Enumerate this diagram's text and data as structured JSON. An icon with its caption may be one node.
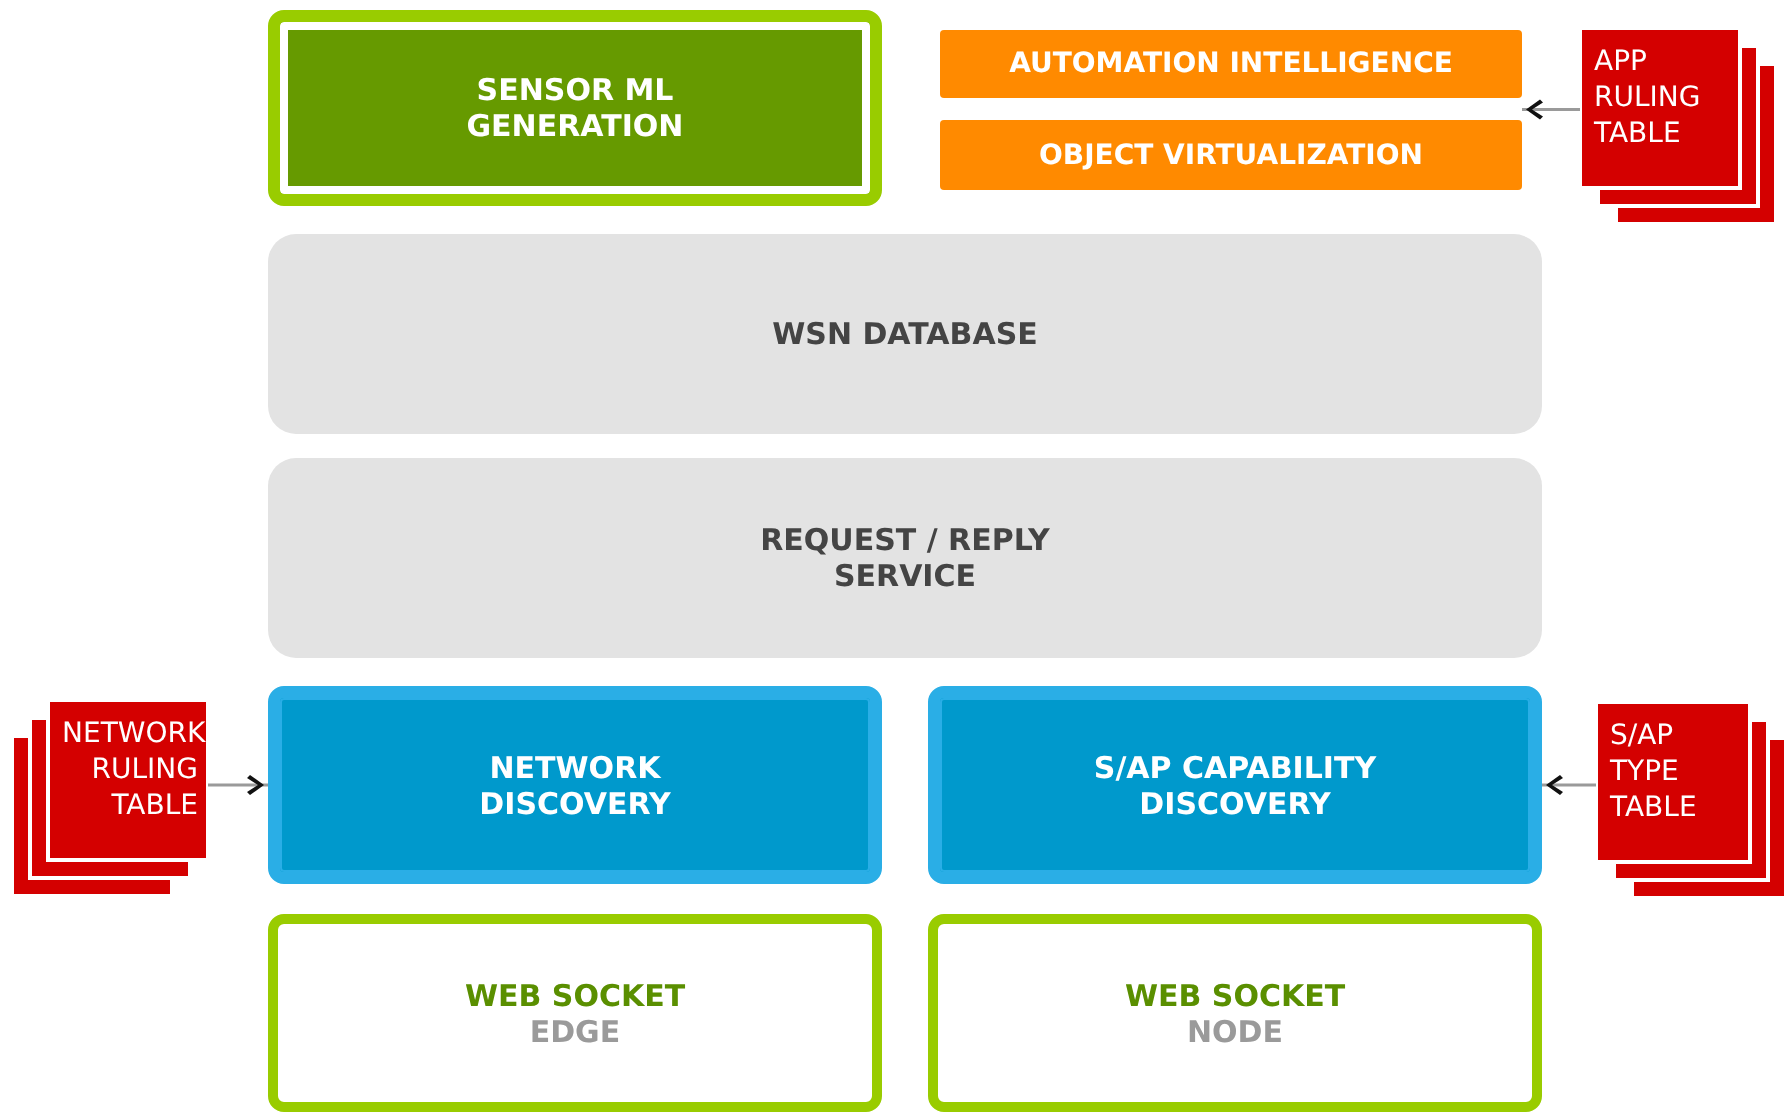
{
  "diagram": {
    "nodes": [
      {
        "text": [
          "SENSOR ML GENERATION"
        ]
      },
      {
        "text": [
          "AUTOMATION INTELLIGENCE"
        ]
      },
      {
        "text": [
          "OBJECT VIRTUALIZATION"
        ]
      },
      {
        "text": [
          "APP RULING TABLE"
        ]
      },
      {
        "text": [
          "WSN DATABASE"
        ]
      },
      {
        "text": [
          "REQUEST / REPLY SERVICE"
        ]
      },
      {
        "text": [
          "NETWORK RULING TABLE"
        ]
      },
      {
        "text": [
          "NETWORK DISCOVERY"
        ]
      },
      {
        "text": [
          "S/AP CAPABILITY DISCOVERY"
        ]
      },
      {
        "text": [
          "S/AP TYPE TABLE"
        ]
      },
      {
        "text": [
          "WEB SOCKET",
          "EDGE"
        ]
      },
      {
        "text": [
          "WEB SOCKET",
          "NODE"
        ]
      }
    ],
    "edges": [
      {
        "from": 3,
        "to": 1,
        "arrow": "to"
      },
      {
        "from": 3,
        "to": 2,
        "arrow": "to"
      },
      {
        "from": 6,
        "to": 7,
        "arrow": "to"
      },
      {
        "from": 9,
        "to": 8,
        "arrow": "to"
      }
    ]
  }
}
